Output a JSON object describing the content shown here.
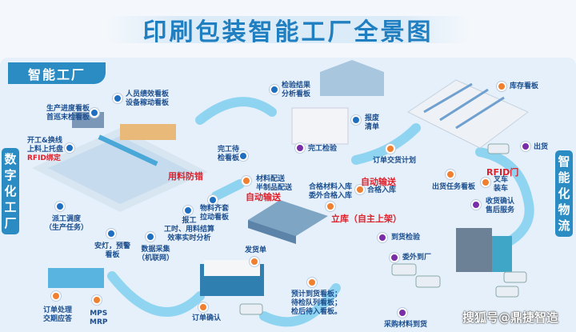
{
  "title": "印刷包装智能工厂全景图",
  "section_tab": "智能工厂",
  "left_band": "数字化工厂",
  "right_band": "智能化物流",
  "labels": {
    "staff_board": "人员绩效看板",
    "equip_board": "设备稼动看板",
    "progress_board": "生产进度看板",
    "inspect_board": "首巡末检看板",
    "start_1": "开工&换线",
    "start_2": "上料上托盘",
    "rfid_bind": "RFID绑定",
    "done_wait_1": "完工待",
    "done_wait_2": "检看板",
    "mistake": "用料防错",
    "dispatch_1": "派工调度",
    "dispatch_2": "（生产任务）",
    "andon_1": "安灯，预警",
    "andon_2": "看板",
    "collect_1": "数据采集",
    "collect_2": "（机联网）",
    "report_1": "报工",
    "report_2": "工时、用料结算",
    "report_3": "效率实时分析",
    "kit_1": "物料齐套",
    "kit_2": "拉动看板",
    "order_1": "订单处理",
    "order_2": "交期应答",
    "mps": "MPS",
    "mrp": "MRP",
    "order_confirm": "订单确认",
    "ship_note": "发货单",
    "qc_1": "检验结果",
    "qc_2": "分析看板",
    "scrap_1": "报废",
    "scrap_2": "清单",
    "final_qc": "完工检验",
    "delivery_plan": "订单交货计划",
    "mat_1": "材料配送",
    "mat_2": "半制品配送",
    "auto_1": "自动输送",
    "in_1": "合格材料入库",
    "in_2": "委外合格入库",
    "auto_2": "自动输送",
    "qualified_in": "合格入库",
    "asrs": "立库（自主上架）",
    "stock_board": "库存看板",
    "shipment": "出货",
    "ship_task": "出货任务看板",
    "rfid_gate": "RFID门",
    "fork_1": "叉车",
    "fork_2": "装车",
    "receipt_1": "收货确认",
    "receipt_2": "售后服务",
    "arrival_qc": "到货检验",
    "outsource": "委外到厂",
    "boards_1": "预计到货看板；",
    "boards_2": "待检队列看板；",
    "boards_3": "检后待入看板。",
    "purchase": "采购材料到货"
  },
  "watermark": "搜狐号@鼎捷智造",
  "colors": {
    "brand": "#2b8cc4",
    "flow": "#5cc3ea",
    "red": "#e0202a",
    "blue_dot": "#1e6fc0",
    "orange_dot": "#f08030",
    "purple_dot": "#7a2da8"
  }
}
